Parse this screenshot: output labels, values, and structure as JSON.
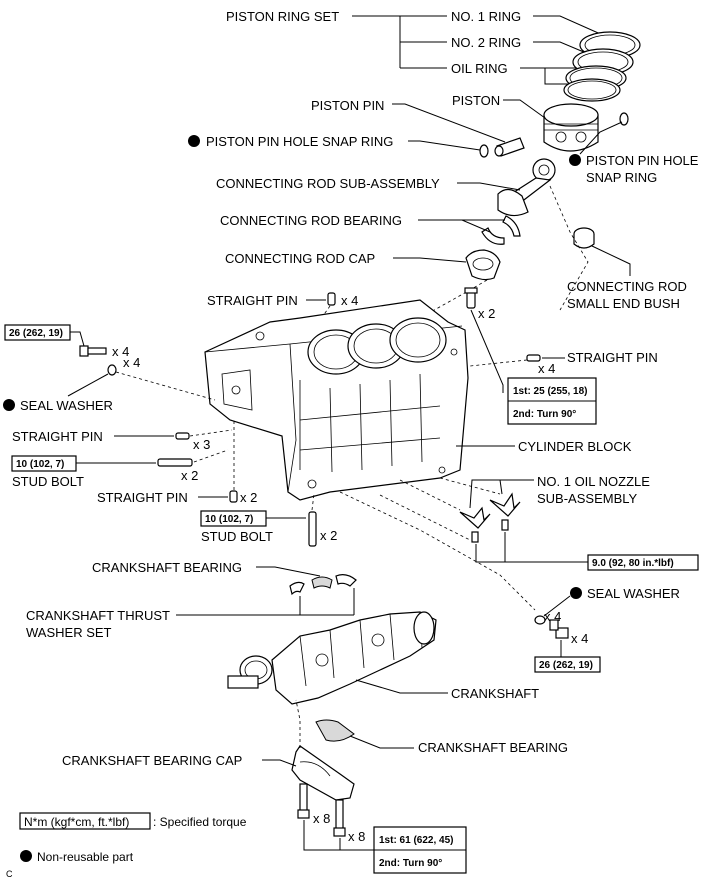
{
  "labels": {
    "piston_ring_set": "PISTON RING SET",
    "no1_ring": "NO. 1 RING",
    "no2_ring": "NO. 2 RING",
    "oil_ring": "OIL RING",
    "piston_pin": "PISTON PIN",
    "piston": "PISTON",
    "piston_pin_hole_snap_ring_left": "PISTON PIN HOLE SNAP RING",
    "piston_pin_hole_right_1": "PISTON PIN HOLE",
    "piston_pin_hole_right_2": "SNAP RING",
    "connecting_rod_sub_assembly": "CONNECTING ROD SUB-ASSEMBLY",
    "connecting_rod_bearing": "CONNECTING ROD BEARING",
    "connecting_rod_cap": "CONNECTING ROD CAP",
    "connecting_rod_small_end_bush_1": "CONNECTING ROD",
    "connecting_rod_small_end_bush_2": "SMALL END BUSH",
    "straight_pin_top": "STRAIGHT PIN",
    "straight_pin_right": "STRAIGHT PIN",
    "seal_washer_left": "SEAL WASHER",
    "straight_pin_left": "STRAIGHT PIN",
    "stud_bolt_left": "STUD BOLT",
    "straight_pin_bottom": "STRAIGHT PIN",
    "stud_bolt_bottom": "STUD BOLT",
    "cylinder_block": "CYLINDER BLOCK",
    "no1_oil_nozzle_1": "NO. 1 OIL NOZZLE",
    "no1_oil_nozzle_2": "SUB-ASSEMBLY",
    "crankshaft_bearing_top": "CRANKSHAFT BEARING",
    "crankshaft_thrust_washer_set_1": "CRANKSHAFT THRUST",
    "crankshaft_thrust_washer_set_2": "WASHER SET",
    "seal_washer_right": "SEAL WASHER",
    "crankshaft": "CRANKSHAFT",
    "crankshaft_bearing_bottom": "CRANKSHAFT BEARING",
    "crankshaft_bearing_cap": "CRANKSHAFT BEARING CAP",
    "footnote_code": "C"
  },
  "quantities": {
    "straight_pin_top": "x 4",
    "conrod_bolt": "x 2",
    "bolt_left": "x 4",
    "washer_left": "x 4",
    "straight_pin_right": "x 4",
    "straight_pin_left": "x 3",
    "stud_bolt_left": "x 2",
    "straight_pin_bottom": "x 2",
    "stud_bolt_bottom": "x 2",
    "washer_right": "x 4",
    "bolt_right": "x 4",
    "cap_bolt_1": "x 8",
    "cap_bolt_2": "x 8"
  },
  "torques": {
    "left_bolt": "26 (262, 19)",
    "conrod_1st": "1st: 25 (255, 18)",
    "conrod_2nd": "2nd: Turn 90°",
    "stud_left": "10 (102, 7)",
    "stud_bottom": "10 (102, 7)",
    "oil_nozzle": "9.0 (92, 80 in.*lbf)",
    "right_bolt": "26 (262, 19)",
    "cap_1st": "1st: 61 (622, 45)",
    "cap_2nd": "2nd: Turn 90°"
  },
  "legend": {
    "torque_unit": "N*m (kgf*cm, ft.*lbf)",
    "torque_text": ": Specified torque",
    "nonreusable_text": "Non-reusable part"
  }
}
